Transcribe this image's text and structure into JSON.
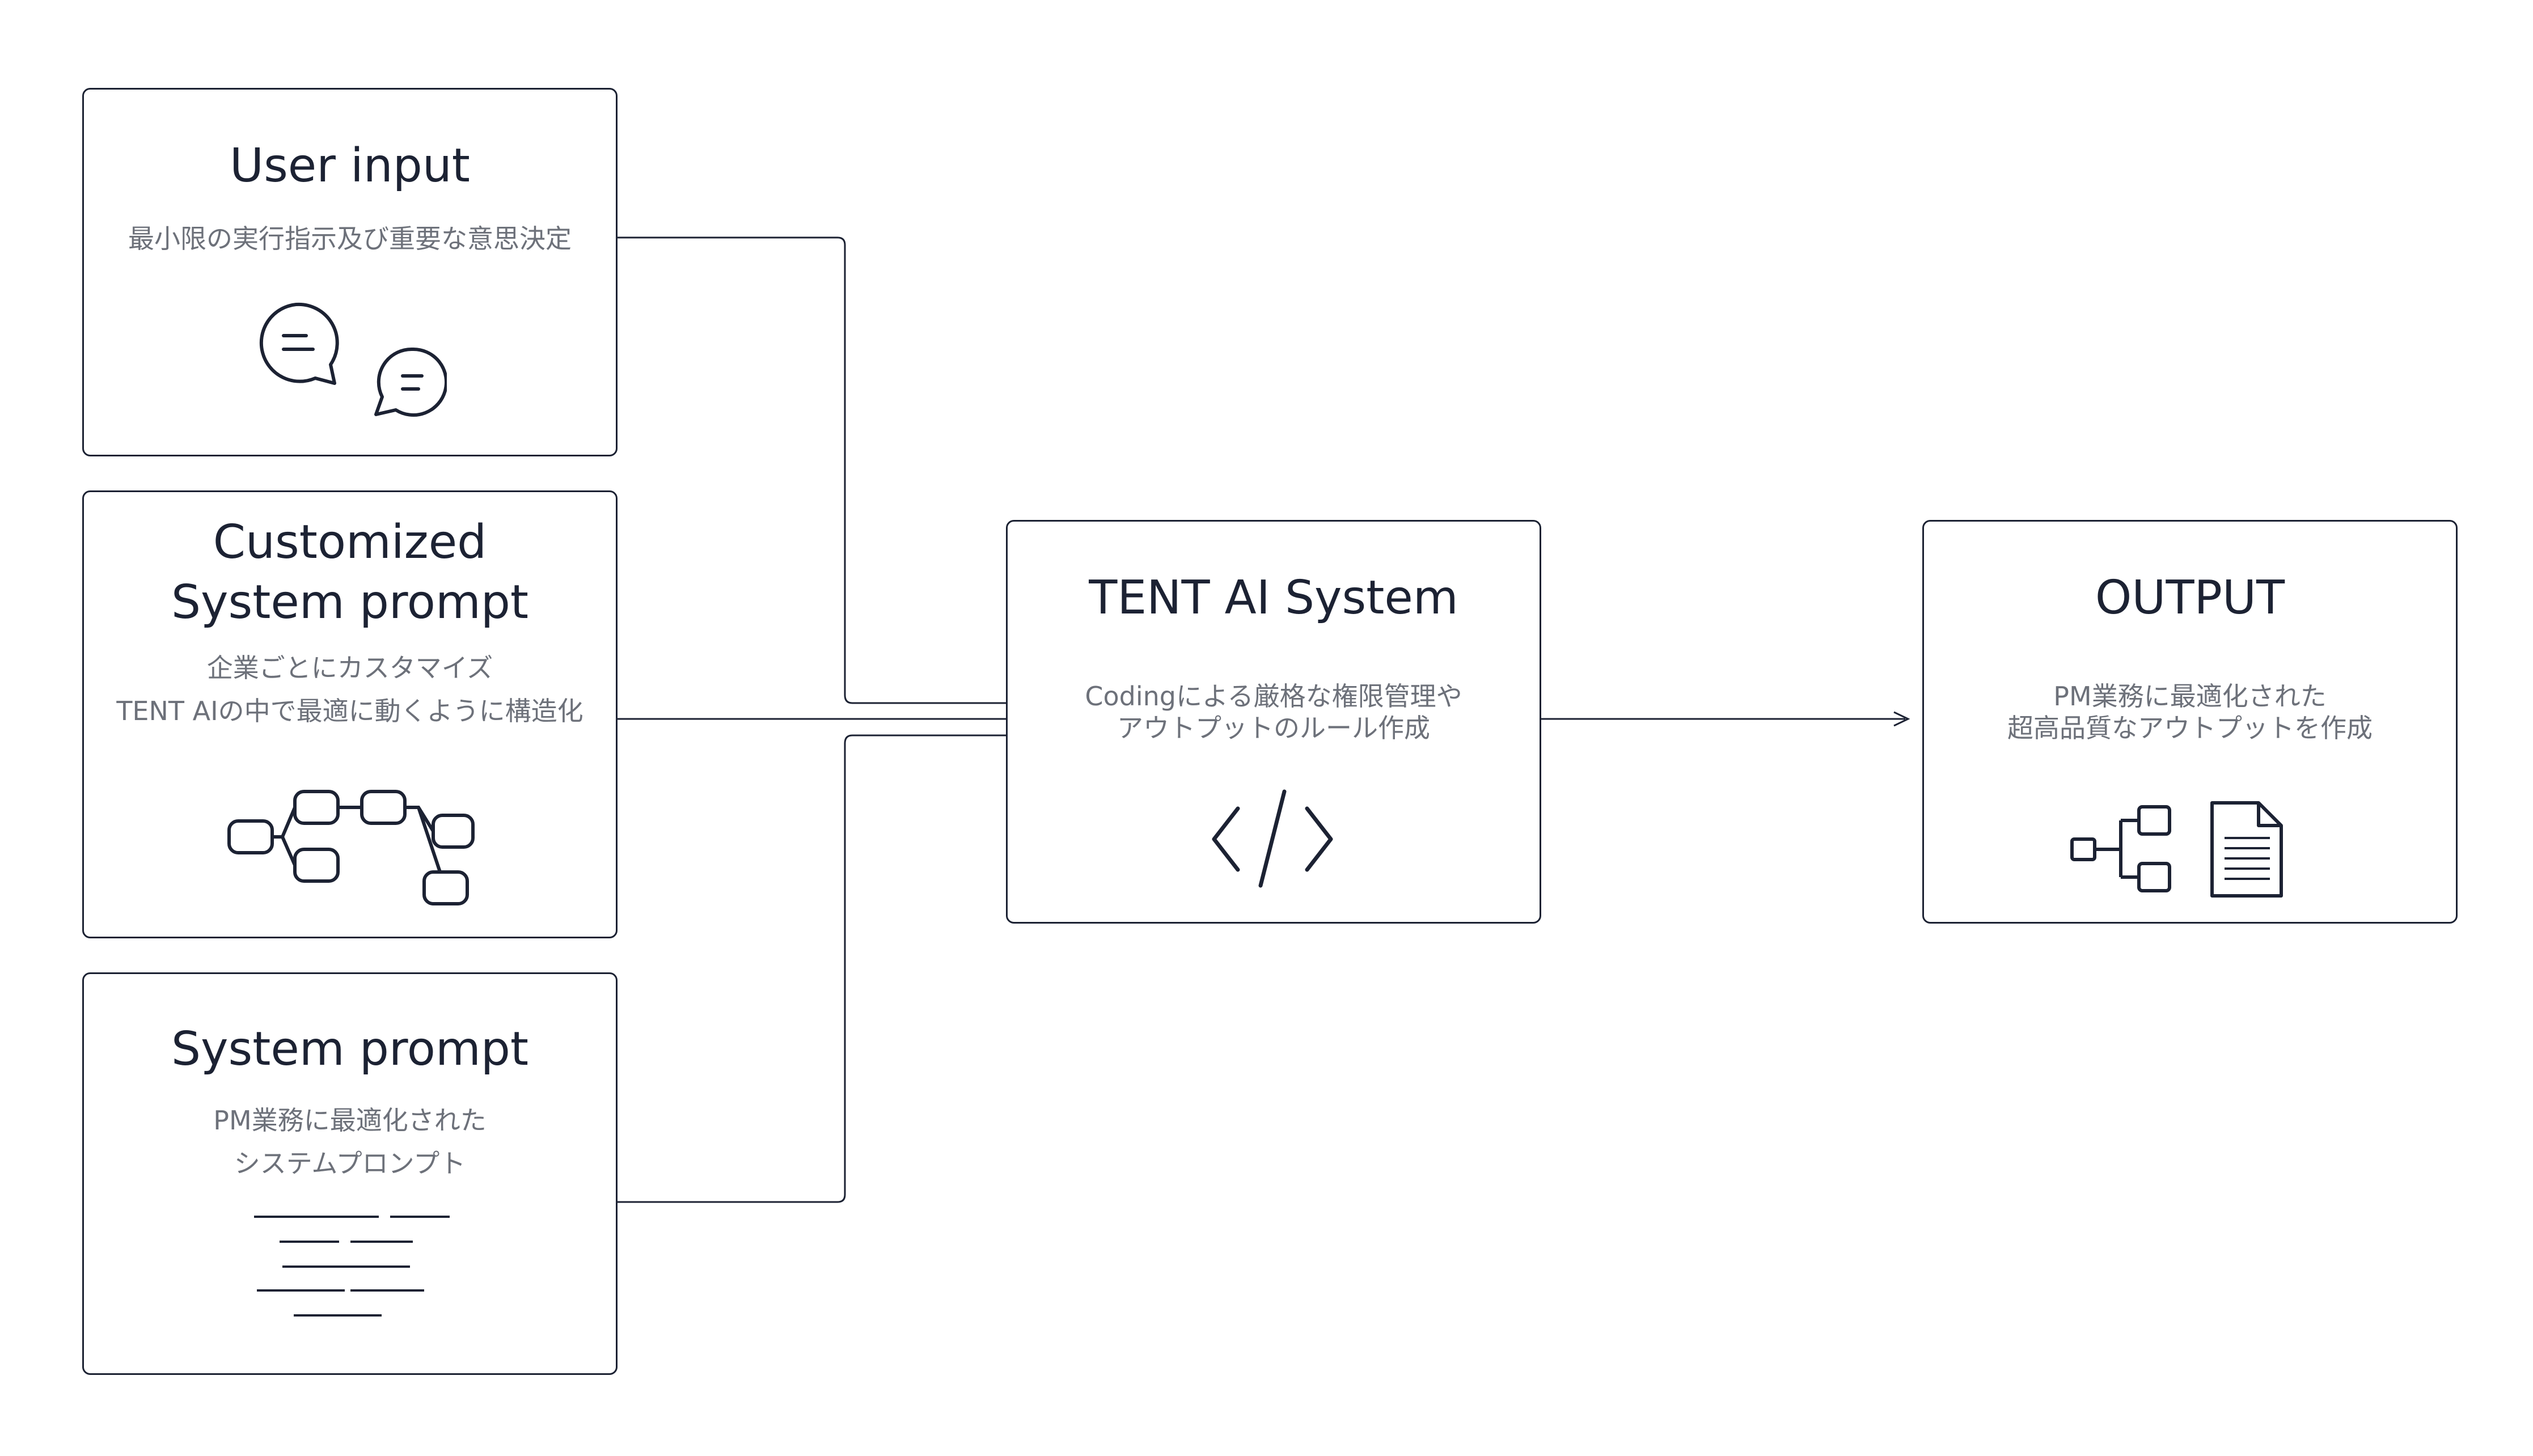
{
  "boxes": {
    "user_input": {
      "title": "User input",
      "subtitle": "最小限の実行指示及び重要な意思決定",
      "icon": "chat-bubbles-icon"
    },
    "customized_prompt": {
      "title_line1": "Customized",
      "title_line2": "System prompt",
      "subtitle_line1": "企業ごとにカスタマイズ",
      "subtitle_line2": "TENT AIの中で最適に動くように構造化",
      "icon": "mind-map-icon"
    },
    "system_prompt": {
      "title": "System prompt",
      "subtitle_line1": "PM業務に最適化された",
      "subtitle_line2": "システムプロンプト",
      "icon": "text-lines-icon"
    },
    "tent_ai": {
      "title": "TENT AI System",
      "subtitle_line1": "Codingによる厳格な権限管理や",
      "subtitle_line2": "アウトプットのルール作成",
      "icon": "code-icon"
    },
    "output": {
      "title": "OUTPUT",
      "subtitle_line1": "PM業務に最適化された",
      "subtitle_line2": "超高品質なアウトプットを作成",
      "icon_1": "hierarchy-icon",
      "icon_2": "document-icon"
    }
  },
  "colors": {
    "border": "#1c2233",
    "title": "#1c2233",
    "subtitle": "#6d717a",
    "background": "#ffffff"
  }
}
